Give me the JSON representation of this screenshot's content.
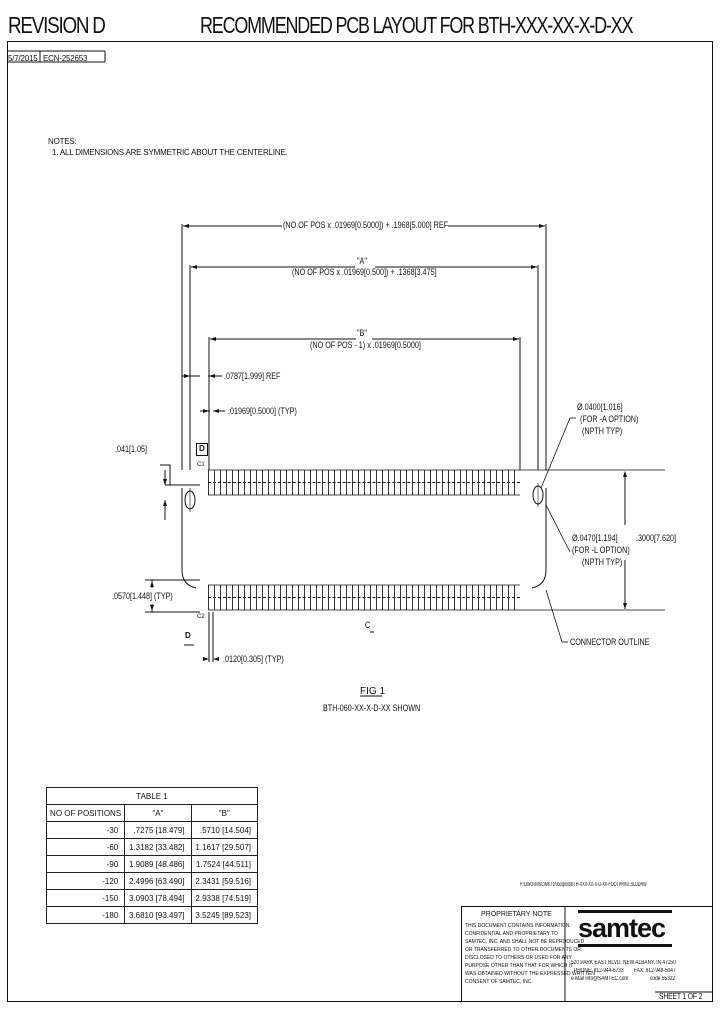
{
  "header": {
    "revision": "REVISION D",
    "title": "RECOMMENDED PCB LAYOUT FOR BTH-XXX-XX-X-D-XX",
    "date": "5/7/2015",
    "ecn": "ECN-252653"
  },
  "notes": {
    "heading": "NOTES:",
    "item1": "1. ALL DIMENSIONS ARE SYMMETRIC ABOUT THE CENTERLINE."
  },
  "dimensions": {
    "overall": "(NO OF POS x .01969[0.5000]) + .1968[5.000] REF",
    "a_label": "\"A\"",
    "a_formula": "(NO OF POS x .01969[0.500]) + .1368[3.475]",
    "b_label": "\"B\"",
    "b_formula": "(NO OF POS - 1) x .01969[0.5000]",
    "ref_0787": ".0787[1.999] REF",
    "pitch": ".01969[0.5000] (TYP)",
    "dim_041": ".041[1.05]",
    "hole_a_1": "Ø.0400[1.016]",
    "hole_a_2": "(FOR -A OPTION)",
    "hole_a_3": "(NPTH TYP)",
    "hole_l_1": "Ø.0470[1.194]",
    "hole_l_2": "(FOR -L OPTION)",
    "hole_l_3": "(NPTH TYP)",
    "row_space": ".3000[7.620]",
    "pad_width": ".0570[1.448] (TYP)",
    "pad_len": ".0120[0.305] (TYP)",
    "connector_outline": "CONNECTOR OUTLINE",
    "centerline": "C",
    "label_c1": "C1",
    "label_c2": "C2",
    "label_d_top": "D",
    "label_d_bot": "D"
  },
  "figure": {
    "caption": "FIG 1",
    "subcaption": "BTH-060-XX-X-D-XX SHOWN"
  },
  "table": {
    "title": "TABLE 1",
    "headers": [
      "NO OF POSITIONS",
      "\"A\"",
      "\"B\""
    ],
    "rows": [
      [
        "-30",
        ".7275 [18.479]",
        ".5710 [14.504]"
      ],
      [
        "-60",
        "1.3182 [33.482]",
        "1.1617 [29.507]"
      ],
      [
        "-90",
        "1.9089 [48.486]",
        "1.7524 [44.511]"
      ],
      [
        "-120",
        "2.4996 [63.490]",
        "2.3431 [59.516]"
      ],
      [
        "-150",
        "3.0903 [78.494]",
        "2.9338 [74.519]"
      ],
      [
        "-180",
        "3.6810 [93.497]",
        "3.5245 [89.523]"
      ]
    ]
  },
  "filepath": "F:\\DWG\\MISC\\MKTG\\footprint\\BTH-XXX-XX-X-D-XX-FOOTPRINT.SLDDRW",
  "proprietary": {
    "heading": "PROPRIETARY NOTE",
    "lines": [
      "THIS DOCUMENT CONTAINS INFORMATION",
      "CONFIDENTIAL AND PROPRIETARY TO",
      "SAMTEC, INC. AND SHALL NOT BE REPRODUCED",
      "OR TRANSFERRED TO OTHER DOCUMENTS OR",
      "DISCLOSED TO OTHERS OR USED FOR ANY",
      "PURPOSE OTHER THAN THAT FOR WHICH IT",
      "WAS OBTAINED WITHOUT THE EXPRESSED WRITTEN",
      "CONSENT OF SAMTEC, INC."
    ]
  },
  "company": {
    "logo": "samtec",
    "address": "520 PARK EAST BLVD, NEW ALBANY, IN 47150",
    "phone": "PHONE: 812-944-6733",
    "fax": "FAX: 812-948-5047",
    "email": "e-Mail info@SAMTEC.com",
    "code": "code 55322",
    "sheet": "SHEET 1 OF 2"
  }
}
